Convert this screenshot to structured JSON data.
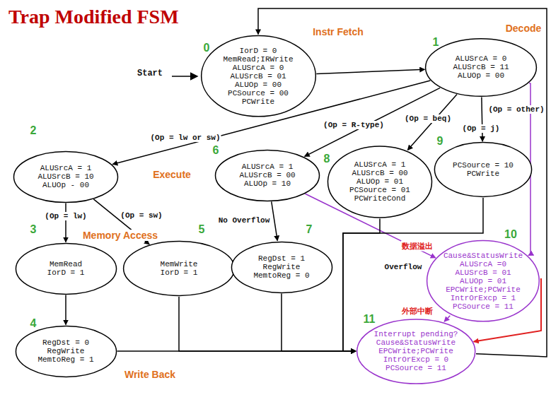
{
  "diagram": {
    "title": "Trap Modified FSM",
    "nodes": [
      {
        "text": [
          "0",
          "IorD = 0",
          "MemRead;IRWrite",
          "ALUSrcA = 0",
          "ALUSrcB = 01",
          "ALUOp = 00",
          "PCSource = 00",
          "PCWrite"
        ]
      },
      {
        "text": [
          "1",
          "ALUSrcA = 0",
          "ALUSrcB = 11",
          "ALUOp = 00"
        ]
      },
      {
        "text": [
          "2",
          "ALUSrcA = 1",
          "ALUSrcB = 10",
          "ALUOp - 00"
        ]
      },
      {
        "text": [
          "3",
          "MemRead",
          "IorD = 1"
        ]
      },
      {
        "text": [
          "4",
          "RegDst = 0",
          "RegWrite",
          "MemtoReg = 1"
        ]
      },
      {
        "text": [
          "5",
          "MemWrite",
          "IorD = 1"
        ]
      },
      {
        "text": [
          "6",
          "ALUSrcA = 1",
          "ALUSrcB = 00",
          "ALUOp = 10"
        ]
      },
      {
        "text": [
          "7",
          "RegDst = 1",
          "RegWrite",
          "MemtoReg = 0"
        ]
      },
      {
        "text": [
          "8",
          "ALUSrcA = 1",
          "ALUSrcB = 00",
          "ALUOp = 01",
          "PCSource = 01",
          "PCWriteCond"
        ]
      },
      {
        "text": [
          "9",
          "PCSource = 10",
          "PCWrite"
        ]
      },
      {
        "text": [
          "10",
          "Cause&StatusWrite",
          "ALUSrcA =0",
          "ALUSrcB = 01",
          "ALUOp = 01",
          "EPCWrite;PCWrite",
          "IntrOrExcp = 1",
          "PCSource = 11"
        ]
      },
      {
        "text": [
          "11",
          "Interrupt pending?",
          "Cause&StatusWrite",
          "EPCWrite;PCWrite",
          "IntrOrExcp = 0",
          "PCSource = 11"
        ]
      }
    ],
    "edges": [
      {
        "from": 0,
        "to": 1,
        "arrow": "to"
      },
      {
        "from": 1,
        "to": 2,
        "arrow": "to",
        "label": "(Op = lw or sw)"
      },
      {
        "from": 1,
        "to": 6,
        "arrow": "to",
        "label": "(Op = R-type)"
      },
      {
        "from": 1,
        "to": 8,
        "arrow": "to",
        "label": "(Op = beq)"
      },
      {
        "from": 1,
        "to": 9,
        "arrow": "to",
        "label": "(Op = j)"
      },
      {
        "from": 1,
        "to": 10,
        "arrow": "to",
        "label": "(Op = other)"
      },
      {
        "from": 2,
        "to": 3,
        "arrow": "to",
        "label": "(Op = lw)"
      },
      {
        "from": 2,
        "to": 5,
        "arrow": "to",
        "label": "(Op = sw)"
      },
      {
        "from": 3,
        "to": 4,
        "arrow": "to"
      },
      {
        "from": 6,
        "to": 7,
        "arrow": "to",
        "label": "No Overflow"
      },
      {
        "from": 6,
        "to": 10,
        "arrow": "to",
        "label": "Overflow"
      },
      {
        "from": 10,
        "to": 11,
        "arrow": "to"
      },
      {
        "from": 10,
        "to": 11,
        "arrow": "to"
      },
      {
        "from": 4,
        "to": 11,
        "arrow": "to"
      },
      {
        "from": 5,
        "to": 11,
        "arrow": "to"
      },
      {
        "from": 7,
        "to": 11,
        "arrow": "to"
      },
      {
        "from": 8,
        "to": 11,
        "arrow": "to"
      },
      {
        "from": 9,
        "to": 11,
        "arrow": "to"
      },
      {
        "from": 11,
        "to": 0,
        "arrow": "to"
      }
    ],
    "labels": [
      "Start",
      "Instr Fetch",
      "Decode",
      "Execute",
      "Memory Access",
      "Write Back",
      "数据溢出",
      "外部中断"
    ]
  }
}
